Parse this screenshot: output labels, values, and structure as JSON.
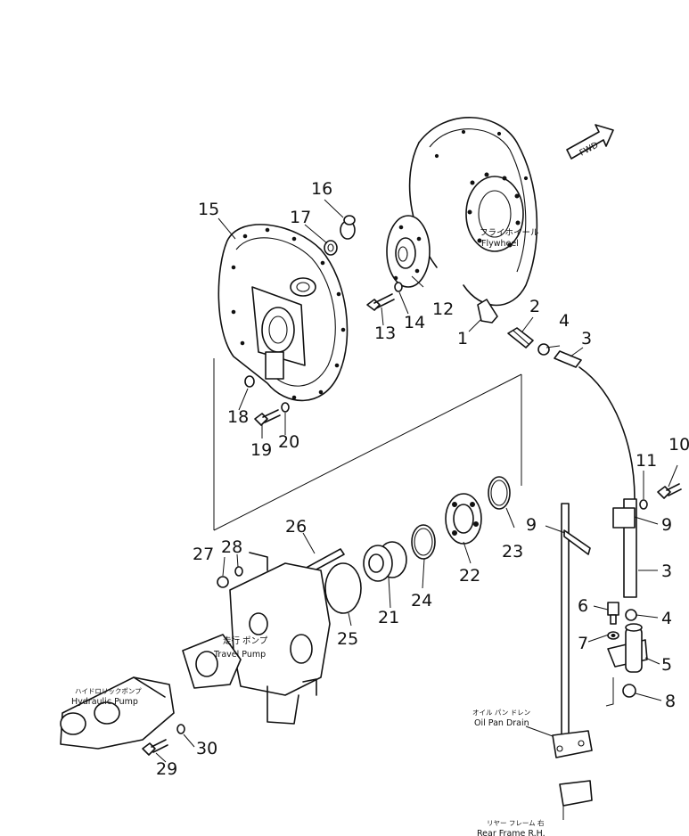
{
  "badges": {
    "fwd": "FWD"
  },
  "labels": {
    "flywheel_jp": "フライホイール",
    "flywheel_en": "Flywheel",
    "travel_pump_jp": "走行 ポンプ",
    "travel_pump_en": "Travel Pump",
    "hydraulic_pump_jp": "ハイドロリックポンプ",
    "hydraulic_pump_en": "Hydraulic Pump",
    "oil_pan_drain_jp": "オイル パン ドレン",
    "oil_pan_drain_en": "Oil Pan Drain",
    "rear_frame_jp": "リヤー フレーム 右",
    "rear_frame_en": "Rear Frame R.H."
  },
  "callouts": {
    "c1": "1",
    "c2": "2",
    "c3a": "3",
    "c3b": "3",
    "c4a": "4",
    "c4b": "4",
    "c5": "5",
    "c6": "6",
    "c7": "7",
    "c8": "8",
    "c9a": "9",
    "c9b": "9",
    "c10": "10",
    "c11": "11",
    "c12": "12",
    "c13": "13",
    "c14": "14",
    "c15": "15",
    "c16": "16",
    "c17": "17",
    "c18": "18",
    "c19": "19",
    "c20": "20",
    "c21": "21",
    "c22": "22",
    "c23": "23",
    "c24": "24",
    "c25": "25",
    "c26": "26",
    "c27": "27",
    "c28": "28",
    "c29": "29",
    "c30": "30"
  }
}
